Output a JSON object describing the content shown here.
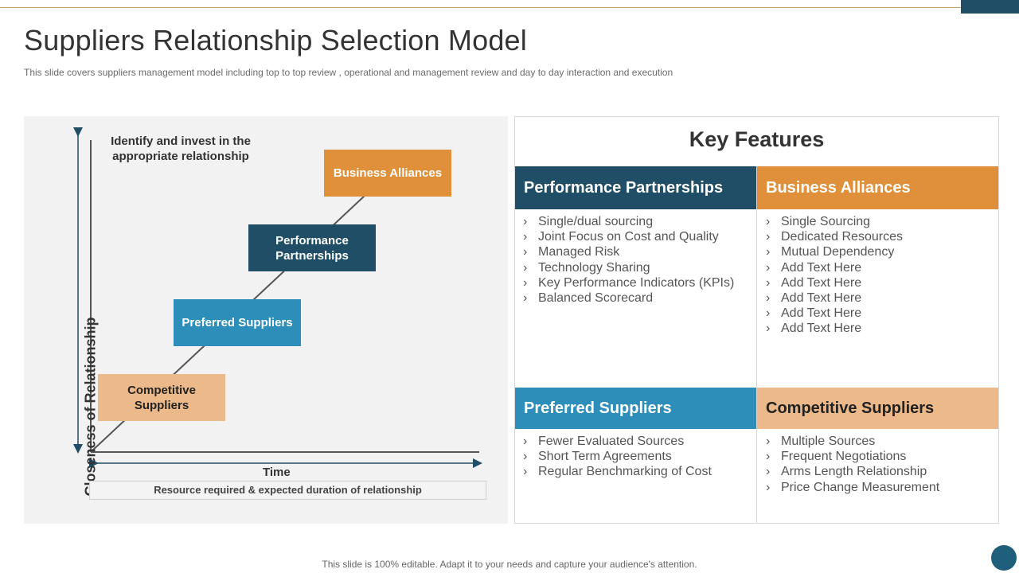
{
  "slide": {
    "title": "Suppliers Relationship Selection Model",
    "subtitle": "This slide covers suppliers management model including top to top review , operational and management review and day to  day interaction and execution",
    "footer": "This slide is 100% editable. Adapt it to your needs and capture your audience's attention."
  },
  "diagram": {
    "heading": "Identify and invest in the appropriate relationship",
    "y_axis_label": "Closeness of Relationship",
    "x_axis_label": "Time",
    "x_axis_note": "Resource required & expected duration of relationship",
    "steps": {
      "business_alliances": "Business Alliances",
      "performance_partnerships": "Performance Partnerships",
      "preferred_suppliers": "Preferred Suppliers",
      "competitive_suppliers": "Competitive Suppliers"
    }
  },
  "key_features": {
    "title": "Key Features",
    "sections": [
      {
        "heading": "Performance Partnerships",
        "color": "#1f4e66",
        "items": [
          "Single/dual sourcing",
          "Joint Focus on Cost and Quality",
          "Managed Risk",
          "Technology  Sharing",
          "Key Performance Indicators (KPIs)",
          "Balanced Scorecard"
        ]
      },
      {
        "heading": "Business Alliances",
        "color": "#e0903a",
        "items": [
          "Single Sourcing",
          "Dedicated Resources",
          "Mutual Dependency",
          "Add Text Here",
          "Add Text Here",
          "Add Text Here",
          "Add Text Here",
          "Add Text Here"
        ]
      },
      {
        "heading": "Preferred Suppliers",
        "color": "#2d8fb9",
        "items": [
          "Fewer Evaluated Sources",
          "Short Term Agreements",
          "Regular Benchmarking of Cost"
        ]
      },
      {
        "heading": "Competitive Suppliers",
        "color": "#ebb98a",
        "items": [
          "Multiple Sources",
          "Frequent Negotiations",
          "Arms Length Relationship",
          "Price Change Measurement"
        ]
      }
    ]
  }
}
